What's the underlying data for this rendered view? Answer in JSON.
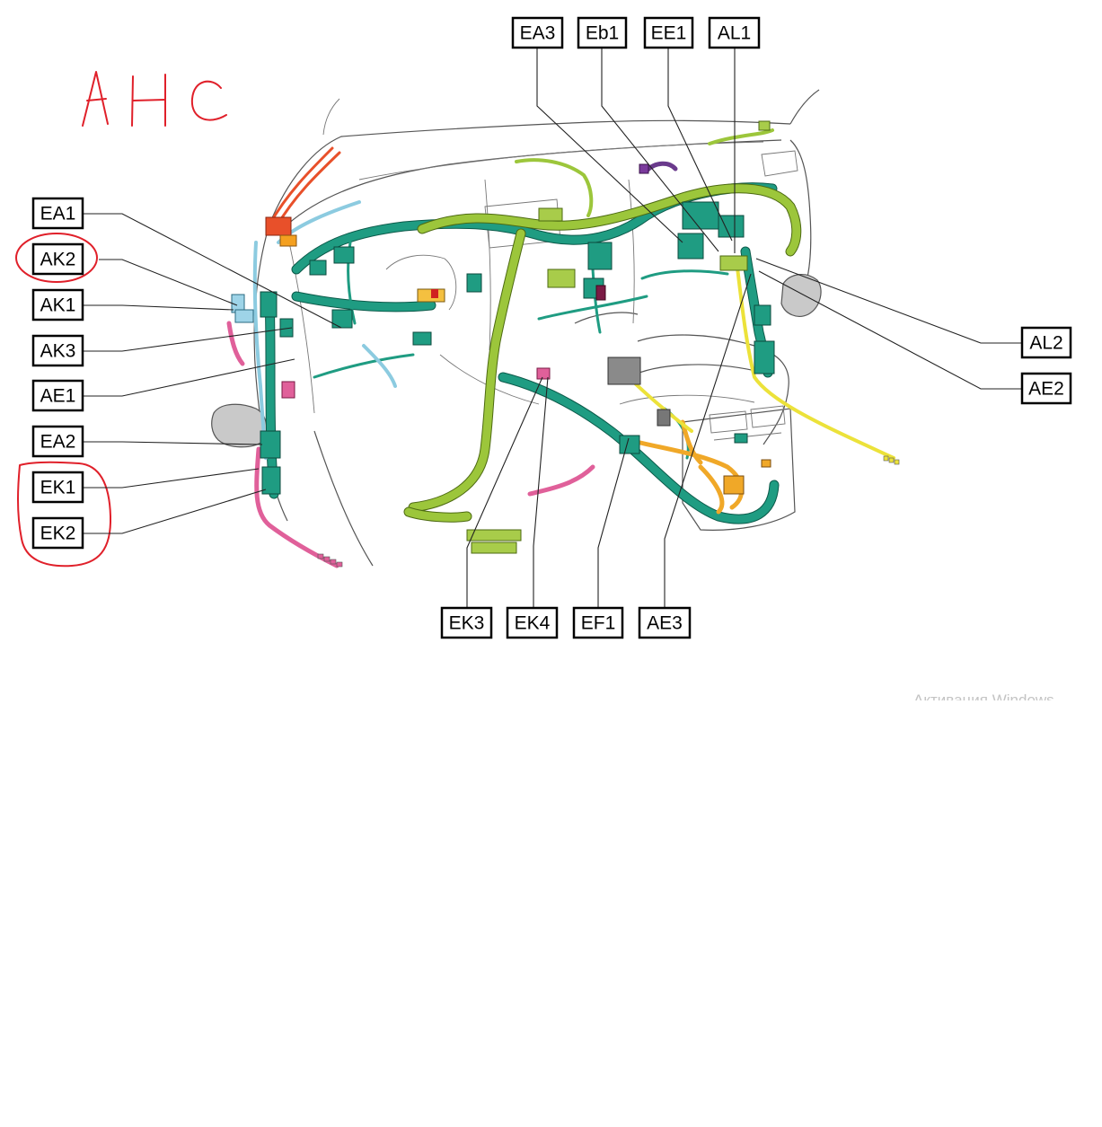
{
  "labels": {
    "EA3": "EA3",
    "Eb1": "Eb1",
    "EE1": "EE1",
    "AL1": "AL1",
    "EA1": "EA1",
    "AK2": "AK2",
    "AK1": "AK1",
    "AK3": "AK3",
    "AE1": "AE1",
    "EA2": "EA2",
    "EK1": "EK1",
    "EK2": "EK2",
    "AL2": "AL2",
    "AE2": "AE2",
    "EK3": "EK3",
    "EK4": "EK4",
    "EF1": "EF1",
    "AE3": "AE3"
  },
  "handwritten_note": "AHC",
  "watermark_text": "Активация Windows",
  "colors": {
    "main_harness": "#1f9c82",
    "lime_harness": "#9cc63b",
    "blue_harness": "#8ccbe0",
    "pink_harness": "#e0609a",
    "orange_harness": "#f0a828",
    "yellow_harness": "#ece23a",
    "red_annotation": "#e0202a"
  }
}
